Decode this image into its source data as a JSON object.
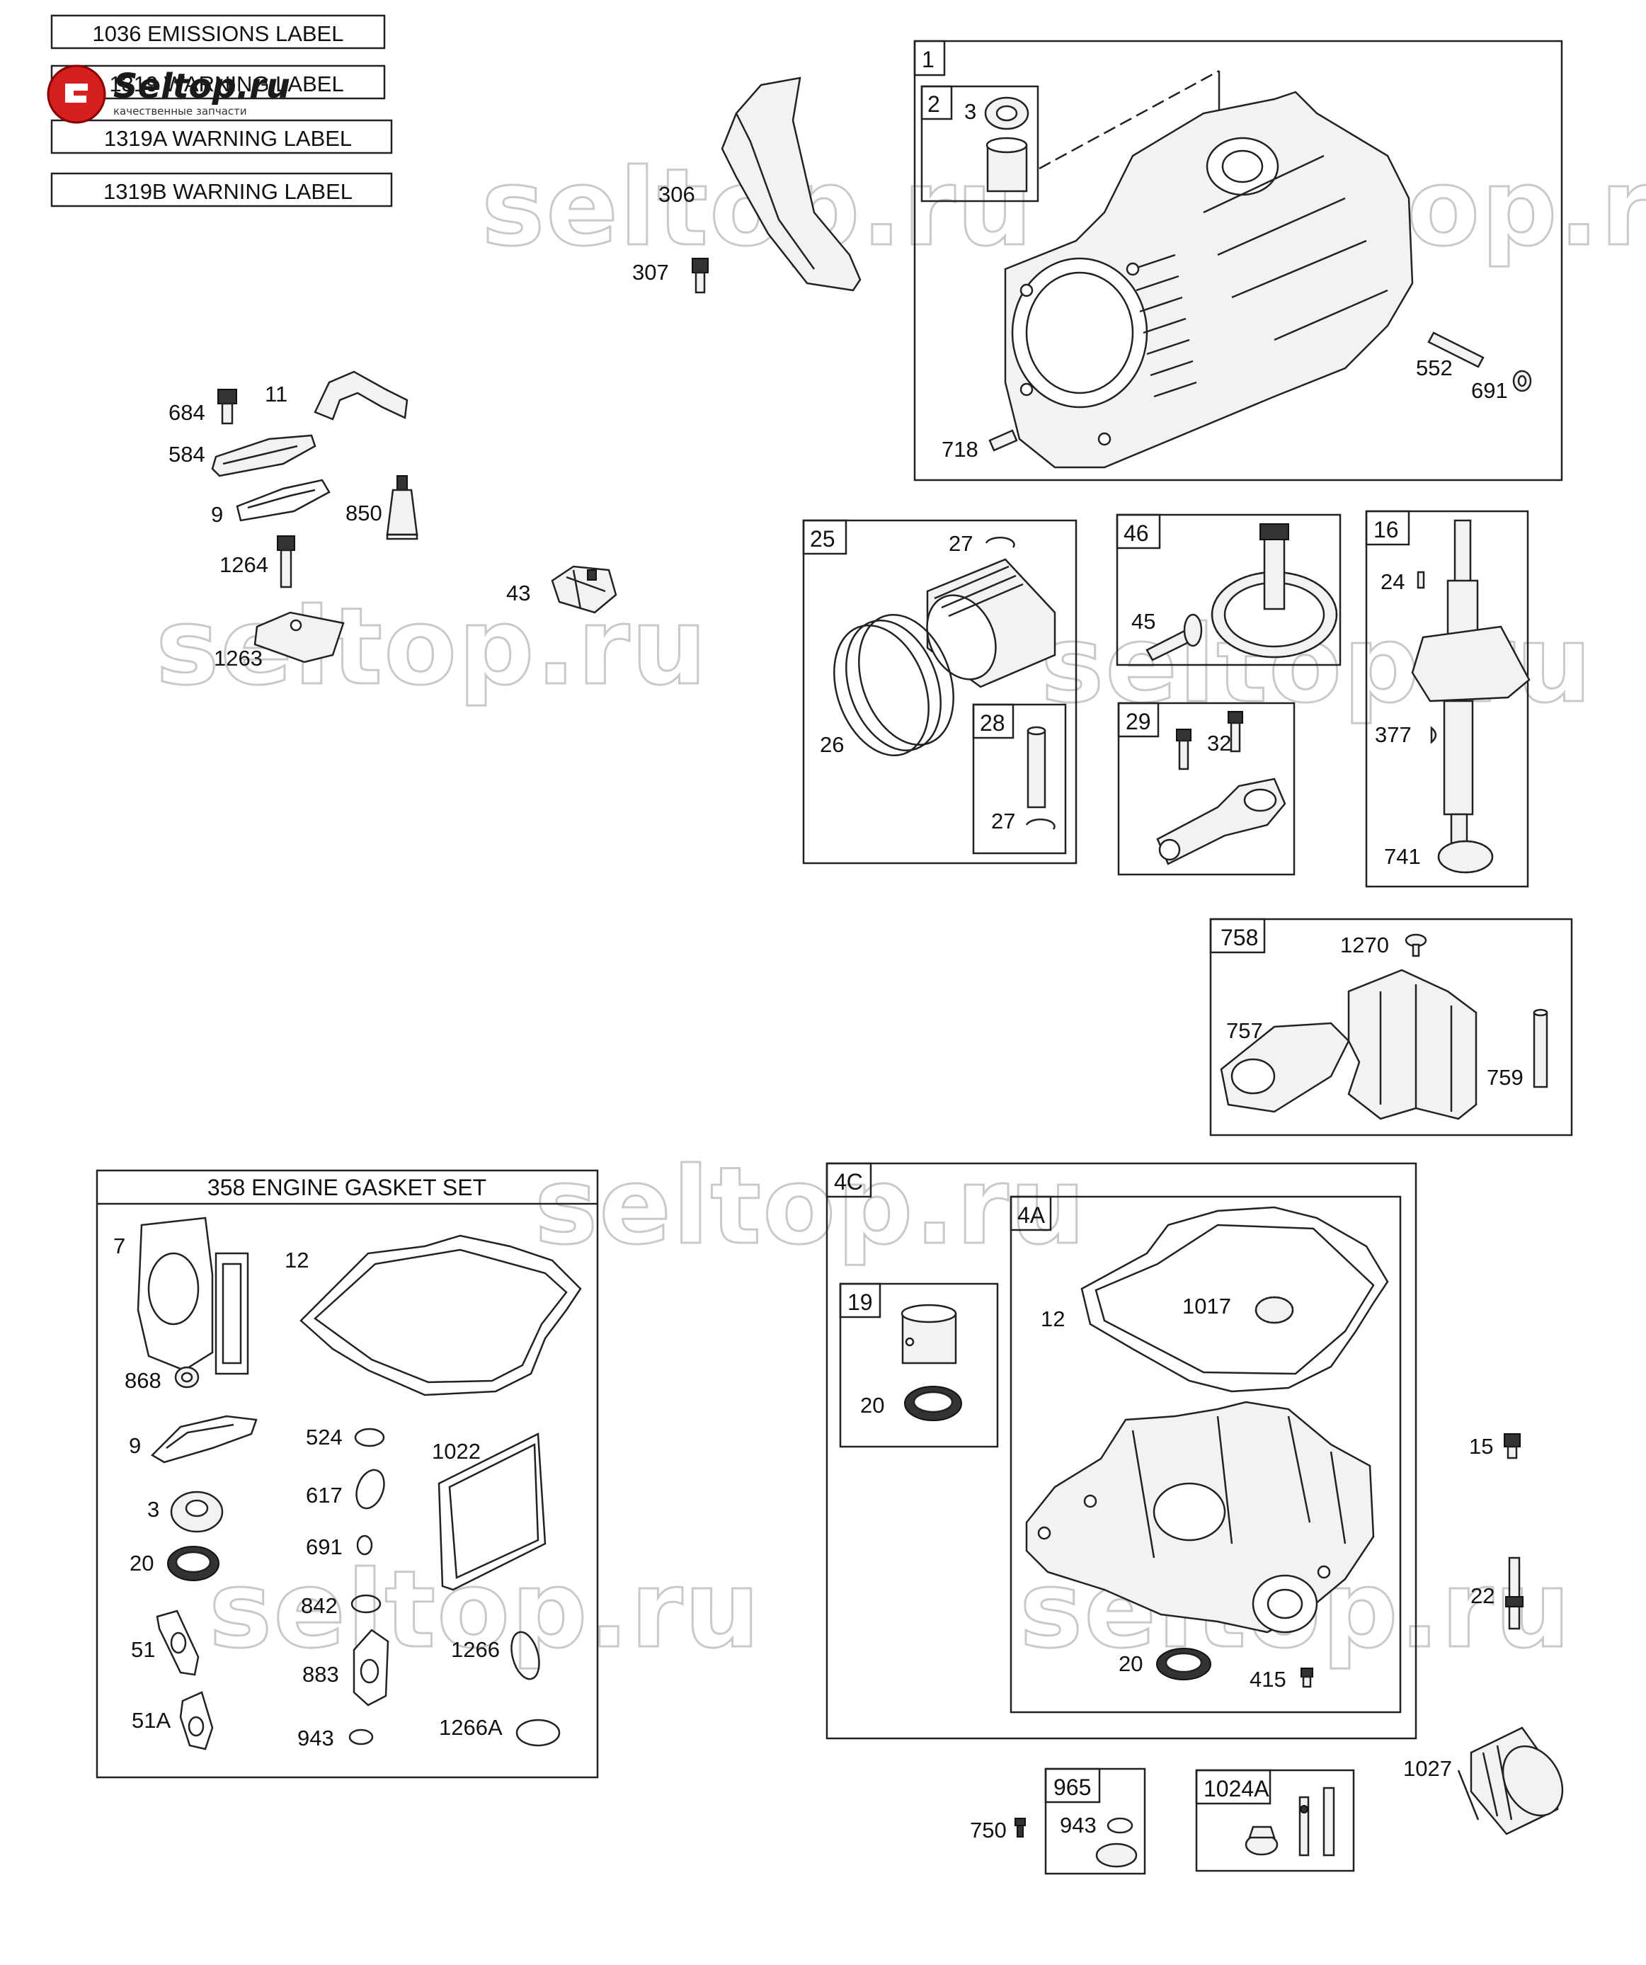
{
  "logo": {
    "brand": "Seltop.ru",
    "tagline": "качественные запчасти"
  },
  "watermark": "seltop.ru",
  "label_list": [
    "1036 EMISSIONS LABEL",
    "1319 WARNING LABEL",
    "1319A WARNING LABEL",
    "1319B WARNING LABEL"
  ],
  "boxes": {
    "b1": "1",
    "b2": "2",
    "b25": "25",
    "b28": "28",
    "b46": "46",
    "b16": "16",
    "b29": "29",
    "b758": "758",
    "b358": "358 ENGINE GASKET SET",
    "b4c": "4C",
    "b4a": "4A",
    "b19": "19",
    "b965": "965",
    "b1024a": "1024A"
  },
  "callouts": {
    "c306": "306",
    "c307": "307",
    "c684": "684",
    "c11": "11",
    "c584": "584",
    "c9": "9",
    "c850": "850",
    "c1264": "1264",
    "c43": "43",
    "c1263": "1263",
    "c3": "3",
    "c552": "552",
    "c691": "691",
    "c718": "718",
    "c27a": "27",
    "c26": "26",
    "c27b": "27",
    "c45": "45",
    "c24": "24",
    "c377": "377",
    "c741": "741",
    "c32": "32",
    "c1270": "1270",
    "c757": "757",
    "c759": "759",
    "g7": "7",
    "g12": "12",
    "g868": "868",
    "g9": "9",
    "g524": "524",
    "g1022": "1022",
    "g617": "617",
    "g3": "3",
    "g20": "20",
    "g691": "691",
    "g842": "842",
    "g51": "51",
    "g1266": "1266",
    "g883": "883",
    "g51a": "51A",
    "g943": "943",
    "g1266a": "1266A",
    "a12": "12",
    "a1017": "1017",
    "a20b": "20",
    "a415": "415",
    "s20": "20",
    "c15": "15",
    "c22": "22",
    "c1027": "1027",
    "c750": "750",
    "c943": "943"
  }
}
